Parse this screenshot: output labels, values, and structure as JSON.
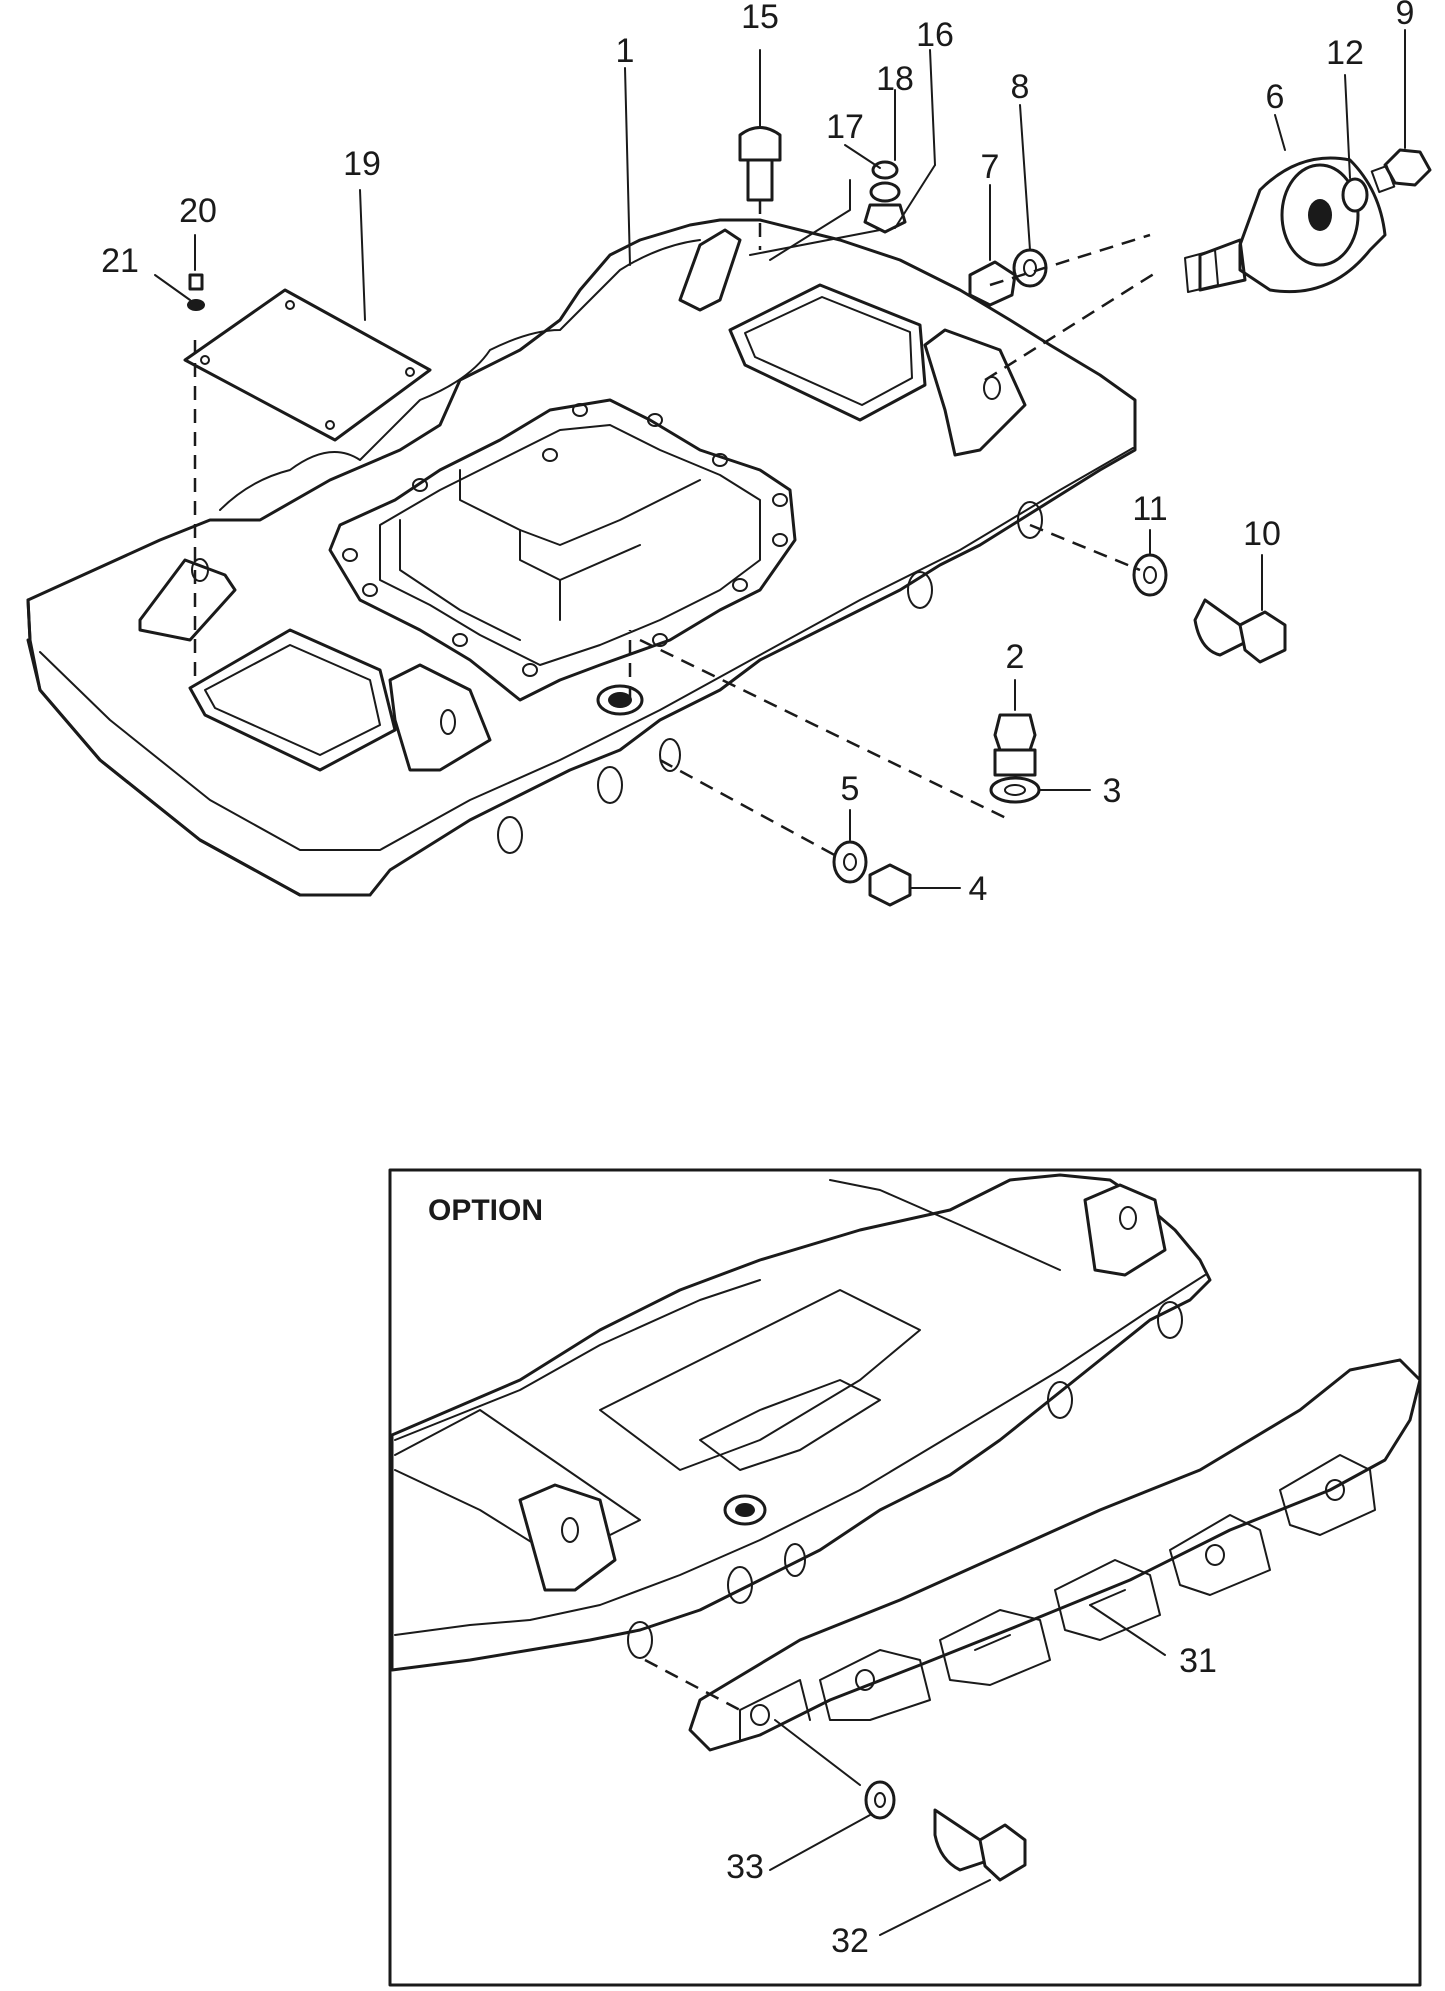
{
  "option_label": "OPTION",
  "callouts": [
    "1",
    "2",
    "3",
    "4",
    "5",
    "6",
    "7",
    "8",
    "9",
    "10",
    "11",
    "12",
    "15",
    "16",
    "17",
    "18",
    "19",
    "20",
    "21",
    "31",
    "32",
    "33"
  ]
}
